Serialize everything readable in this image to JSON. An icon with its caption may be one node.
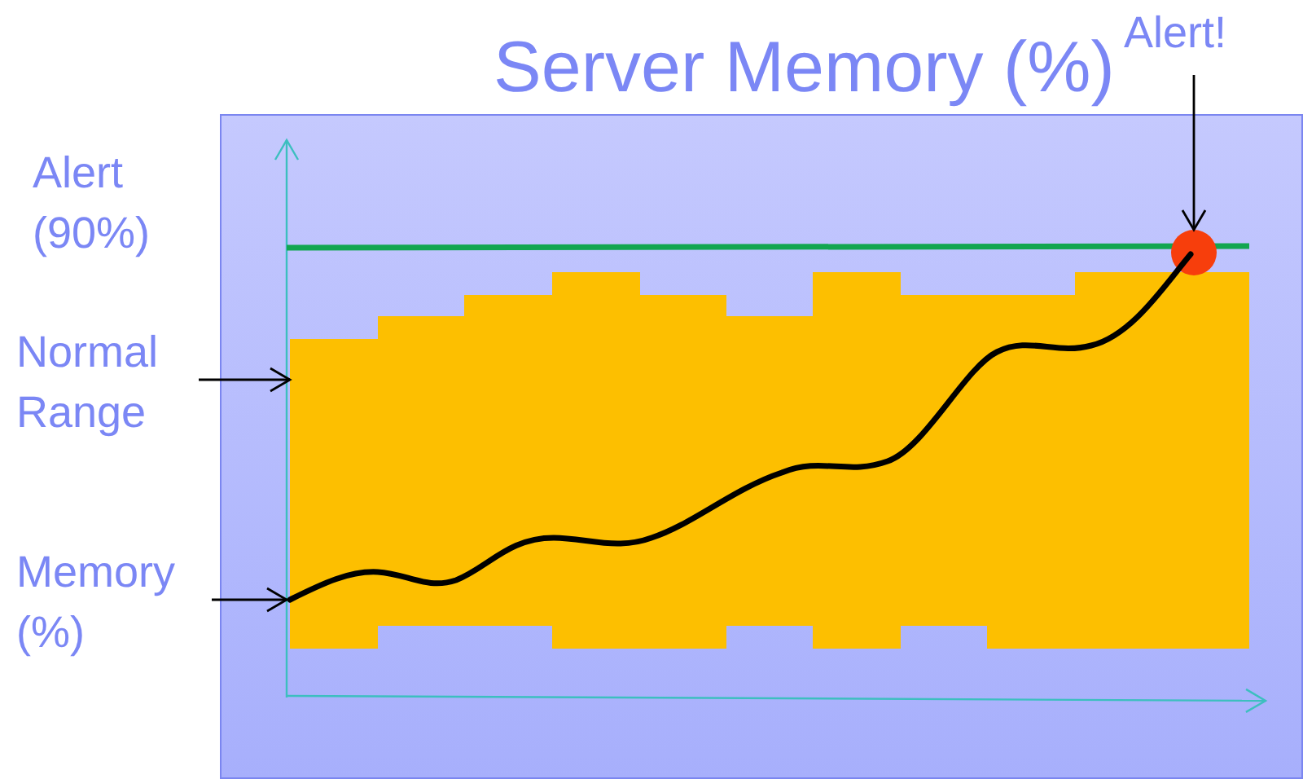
{
  "diagram": {
    "title": "Server Memory (%)",
    "nodes": [
      {
        "text": [
          "Normal Range"
        ]
      },
      {
        "text": [
          "Memory (%)"
        ]
      },
      {
        "text": [
          "Alert!"
        ]
      },
      {
        "text": [],
        "shape": "bar"
      },
      {
        "text": [],
        "shape": "line"
      },
      {
        "text": [],
        "shape": "circle"
      }
    ],
    "edges": [
      {
        "from": 0,
        "to": 3,
        "arrow": "to"
      },
      {
        "from": 1,
        "to": 4,
        "arrow": "to"
      },
      {
        "from": 2,
        "to": 5,
        "arrow": "to"
      }
    ],
    "labels": [
      "Alert (90%)"
    ]
  }
}
